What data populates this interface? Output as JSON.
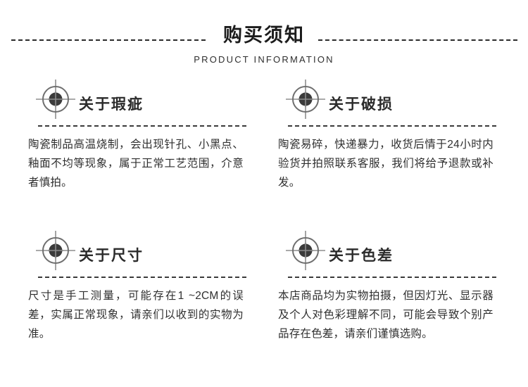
{
  "header": {
    "title": "购买须知",
    "subtitle": "PRODUCT INFORMATION",
    "rule_style": "dashed",
    "rule_color": "#2b2b2b"
  },
  "theme": {
    "background": "#ffffff",
    "title_color": "#1c1c1c",
    "heading_color": "#2b2b2b",
    "body_color": "#2f2f2f",
    "icon_ring_color": "#777777",
    "icon_core_color": "#3b3b3b",
    "icon_crosshair_color": "#888888",
    "divider_color": "#3a3a3a"
  },
  "sections": [
    {
      "id": "flaws",
      "icon": "crosshair-target-icon",
      "title": "关于瑕疵",
      "body": "陶瓷制品高温烧制，会出现针孔、小黑点、釉面不均等现象，属于正常工艺范围，介意者慎拍。"
    },
    {
      "id": "damage",
      "icon": "crosshair-target-icon",
      "title": "关于破损",
      "body": "陶瓷易碎，快递暴力，收货后情于24小时内验货并拍照联系客服，我们将给予退款或补发。"
    },
    {
      "id": "size",
      "icon": "crosshair-target-icon",
      "title": "关于尺寸",
      "body": "尺寸是手工测量，可能存在1 ~2CM的误差，实属正常现象，请亲们以收到的实物为准。"
    },
    {
      "id": "color",
      "icon": "crosshair-target-icon",
      "title": "关于色差",
      "body": "本店商品均为实物拍摄，但因灯光、显示器及个人对色彩理解不同，可能会导致个别产品存在色差，请亲们谨慎选购。"
    }
  ]
}
